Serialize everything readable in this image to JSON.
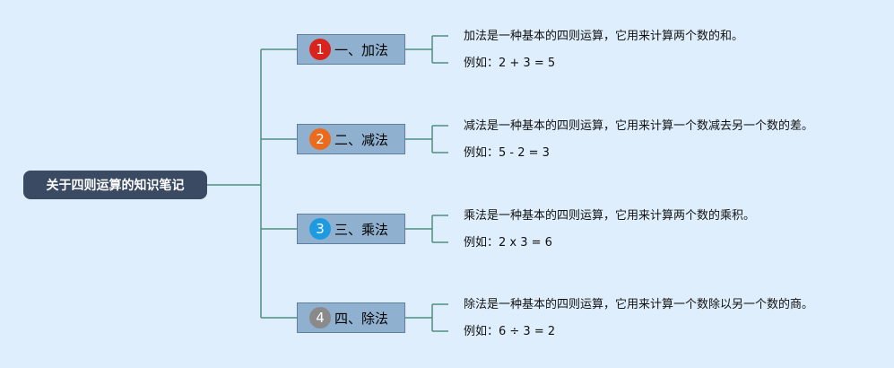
{
  "root": {
    "label": "关于四则运算的知识笔记"
  },
  "branches": [
    {
      "number": "1",
      "badge_color": "#d9231d",
      "label": "一、加法",
      "definition": "加法是一种基本的四则运算，它用来计算两个数的和。",
      "example": "例如：2 + 3 = 5"
    },
    {
      "number": "2",
      "badge_color": "#ea6a1e",
      "label": "二、减法",
      "definition": "减法是一种基本的四则运算，它用来计算一个数减去另一个数的差。",
      "example": "例如：5 - 2 = 3"
    },
    {
      "number": "3",
      "badge_color": "#1e9be0",
      "label": "三、乘法",
      "definition": "乘法是一种基本的四则运算，它用来计算两个数的乘积。",
      "example": "例如：2 x 3 = 6"
    },
    {
      "number": "4",
      "badge_color": "#8a8a8a",
      "label": "四、除法",
      "definition": "除法是一种基本的四则运算，它用来计算一个数除以另一个数的商。",
      "example": "例如：6 ÷ 3 = 2"
    }
  ],
  "colors": {
    "connector": "#4d8f80",
    "background": "#deeefc",
    "root_bg": "#3a4a63",
    "branch_bg": "#8fb0cf"
  }
}
